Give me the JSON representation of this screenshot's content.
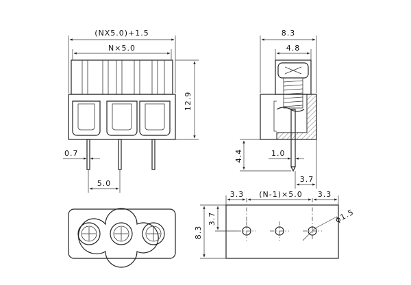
{
  "front_view": {
    "total_width": "(NX5.0)+1.5",
    "pitch_n": "N×5.0",
    "height": "12.9",
    "pin_width": "0.7",
    "pin_pitch": "5.0"
  },
  "side_view": {
    "width": "8.3",
    "inner_width": "4.8",
    "pin_length": "4.4",
    "pin_thickness": "1.0",
    "pin_offset": "3.7"
  },
  "pcb_layout": {
    "edge_left": "3.3",
    "pitch": "(N-1)×5.0",
    "edge_right": "3.3",
    "row_offset": "3.7",
    "height": "8.3",
    "hole_diameter": "ϕ1.5"
  }
}
